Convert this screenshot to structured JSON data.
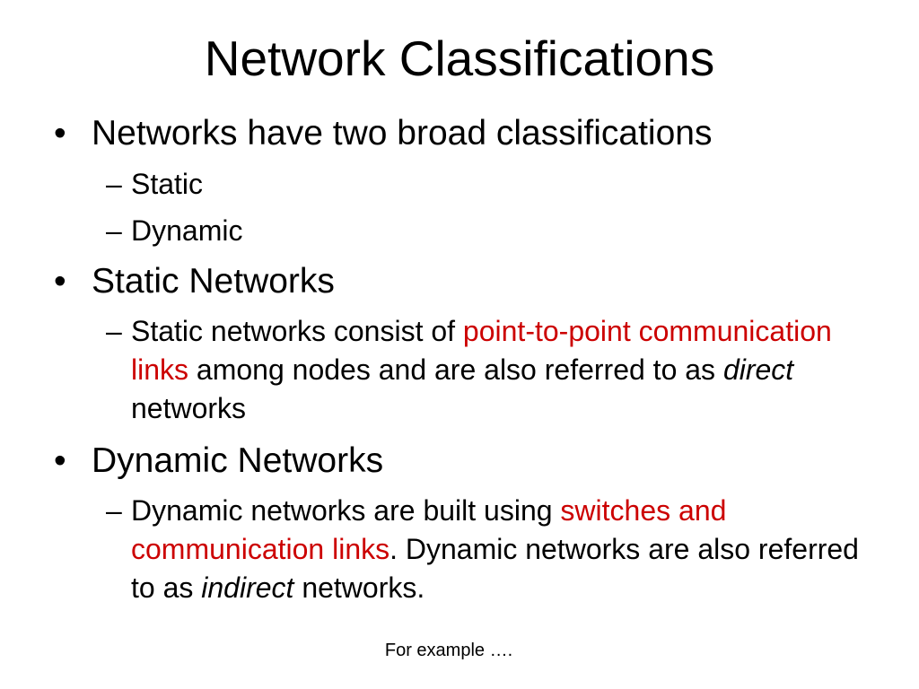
{
  "slide": {
    "title": "Network Classifications",
    "bullets": [
      {
        "marker": "•",
        "text": "Networks have two broad classifications",
        "subitems": [
          {
            "marker": "–",
            "text": "Static"
          },
          {
            "marker": "–",
            "text": "Dynamic"
          }
        ]
      },
      {
        "marker": "•",
        "text": "Static Networks",
        "subitems": [
          {
            "marker": "–",
            "parts": [
              "Static networks consist of ",
              "point-to-point communication links",
              " among nodes and are also referred to as ",
              "direct",
              " networks"
            ]
          }
        ]
      },
      {
        "marker": "•",
        "text": "Dynamic Networks",
        "subitems": [
          {
            "marker": "–",
            "parts": [
              "Dynamic networks are built using ",
              "switches and communication links",
              ". Dynamic networks are also referred to as ",
              "indirect",
              " networks."
            ]
          }
        ]
      }
    ],
    "footer": "For example …."
  },
  "colors": {
    "background": "#ffffff",
    "text": "#000000",
    "highlight": "#cc0000"
  }
}
